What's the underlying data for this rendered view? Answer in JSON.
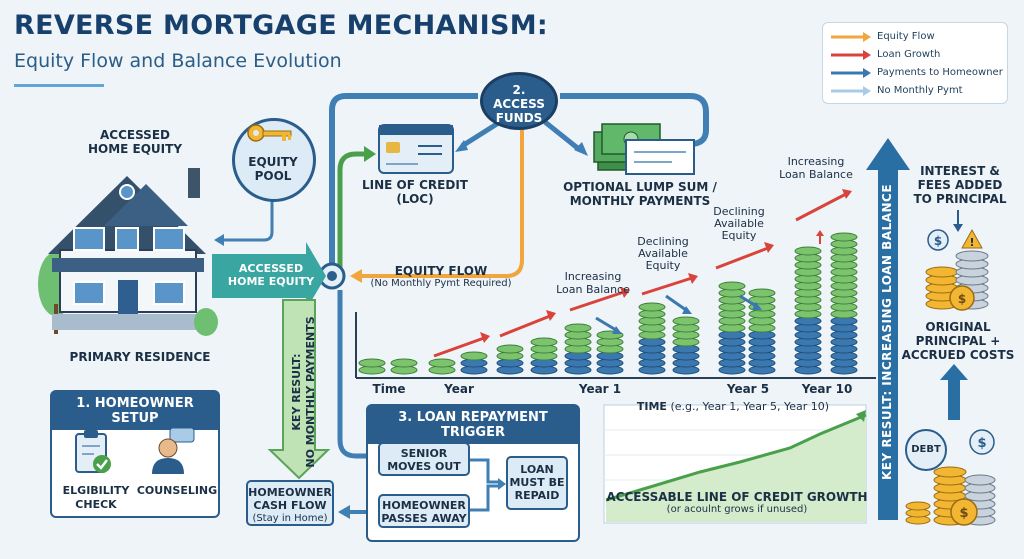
{
  "title": "REVERSE MORTGAGE MECHANISM:",
  "subtitle": "Equity Flow and Balance Evolution",
  "legend": [
    {
      "label": "Equity Flow",
      "color": "#f0a63d"
    },
    {
      "label": "Loan Growth",
      "color": "#d9433b"
    },
    {
      "label": "Payments to Homeowner",
      "color": "#3b78b0"
    },
    {
      "label": "No Monthly Pymt",
      "color": "#a9cbe6"
    }
  ],
  "house": {
    "accessed_label_line1": "ACCESSED",
    "accessed_label_line2": "HOME EQUITY",
    "primary": "PRIMARY RESIDENCE",
    "arrow_line1": "ACCESSED",
    "arrow_line2": "HOME EQUITY"
  },
  "pool": {
    "line1": "EQUITY",
    "line2": "POOL"
  },
  "access": {
    "line1": "2.",
    "line2": "ACCESS",
    "line3": "FUNDS"
  },
  "loc": {
    "line1": "LINE OF CREDIT",
    "line2": "(LOC)"
  },
  "lump": {
    "line1": "OPTIONAL LUMP SUM /",
    "line2": "MONTHLY PAYMENTS"
  },
  "equity_flow": {
    "line1": "EQUITY FLOW",
    "line2": "(No Monthly Pymt Required)"
  },
  "setup": {
    "header": "1. HOMEOWNER SETUP",
    "item1_line1": "ELGIBILITY",
    "item1_line2": "CHECK",
    "item2": "COUNSELING"
  },
  "key_result_left": {
    "line1": "KEY RESULT:",
    "line2": "NO MONTHLY PAYMENTS"
  },
  "cash_flow": {
    "line1": "HOMEOWNER",
    "line2": "CASH FLOW",
    "line3": "(Stay in Home)"
  },
  "trigger": {
    "header": "3. LOAN REPAYMENT TRIGGER",
    "senior_line1": "SENIOR",
    "senior_line2": "MOVES OUT",
    "passes_line1": "HOMEOWNER",
    "passes_line2": "PASSES AWAY",
    "loan_line1": "LOAN",
    "loan_line2": "MUST BE",
    "loan_line3": "REPAID"
  },
  "timeline": {
    "ticks": [
      "Time",
      "Year",
      "Year 1",
      "Year 5",
      "Year 10"
    ],
    "axis_label": "TIME",
    "axis_note": "(e.g., Year 1, Year 5, Year 10)",
    "ann1_line1": "Increasing",
    "ann1_line2": "Loan Balance",
    "ann2_line1": "Declining",
    "ann2_line2": "Available",
    "ann2_line3": "Equity",
    "ann3_line1": "Declining",
    "ann3_line2": "Available",
    "ann3_line3": "Equity",
    "ann4_line1": "Increasing",
    "ann4_line2": "Loan Balance"
  },
  "loc_growth": {
    "label": "ACCESSABLE LINE OF CREDIT GROWTH",
    "note": "(or acoulnt grows if unused)"
  },
  "key_result_right": "KEY RESULT: INCREASING LOAN BALANCE",
  "interest": {
    "line1": "INTEREST &",
    "line2": "FEES ADDED",
    "line3": "TO PRINCIPAL"
  },
  "principal": {
    "line1": "ORIGINAL",
    "line2": "PRINCIPAL +",
    "line3": "ACCRUED COSTS"
  },
  "debt": "DEBT"
}
